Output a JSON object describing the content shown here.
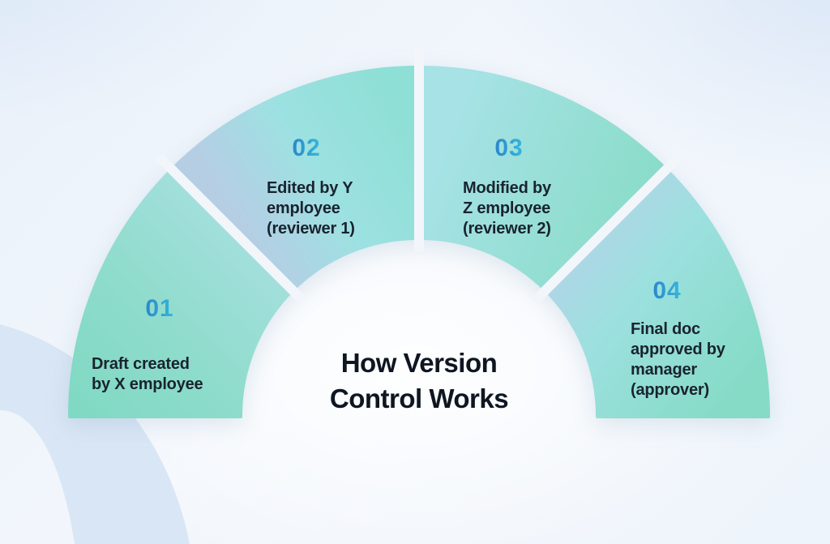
{
  "title": {
    "line1": "How Version",
    "line2": "Control Works"
  },
  "steps": [
    {
      "number": "01",
      "lines": [
        "Draft created",
        "by X employee"
      ]
    },
    {
      "number": "02",
      "lines": [
        "Edited by Y",
        "employee",
        "(reviewer 1)"
      ]
    },
    {
      "number": "03",
      "lines": [
        "Modified by",
        "Z employee",
        "(reviewer 2)"
      ]
    },
    {
      "number": "04",
      "lines": [
        "Final doc",
        "approved by",
        "manager",
        "(approver)"
      ]
    }
  ],
  "colors": {
    "segment_teal_dark": "#80d9c3",
    "segment_cyan_light": "#a9e2e5",
    "segment_blue_tint": "#b4cfe4",
    "number_blue_start": "#2a86cc",
    "number_blue_end": "#38b8da",
    "label_text": "#19232f",
    "title_text": "#0e1621",
    "background": "#f2f6fb",
    "decoration_blue": "#d9e6f5"
  }
}
